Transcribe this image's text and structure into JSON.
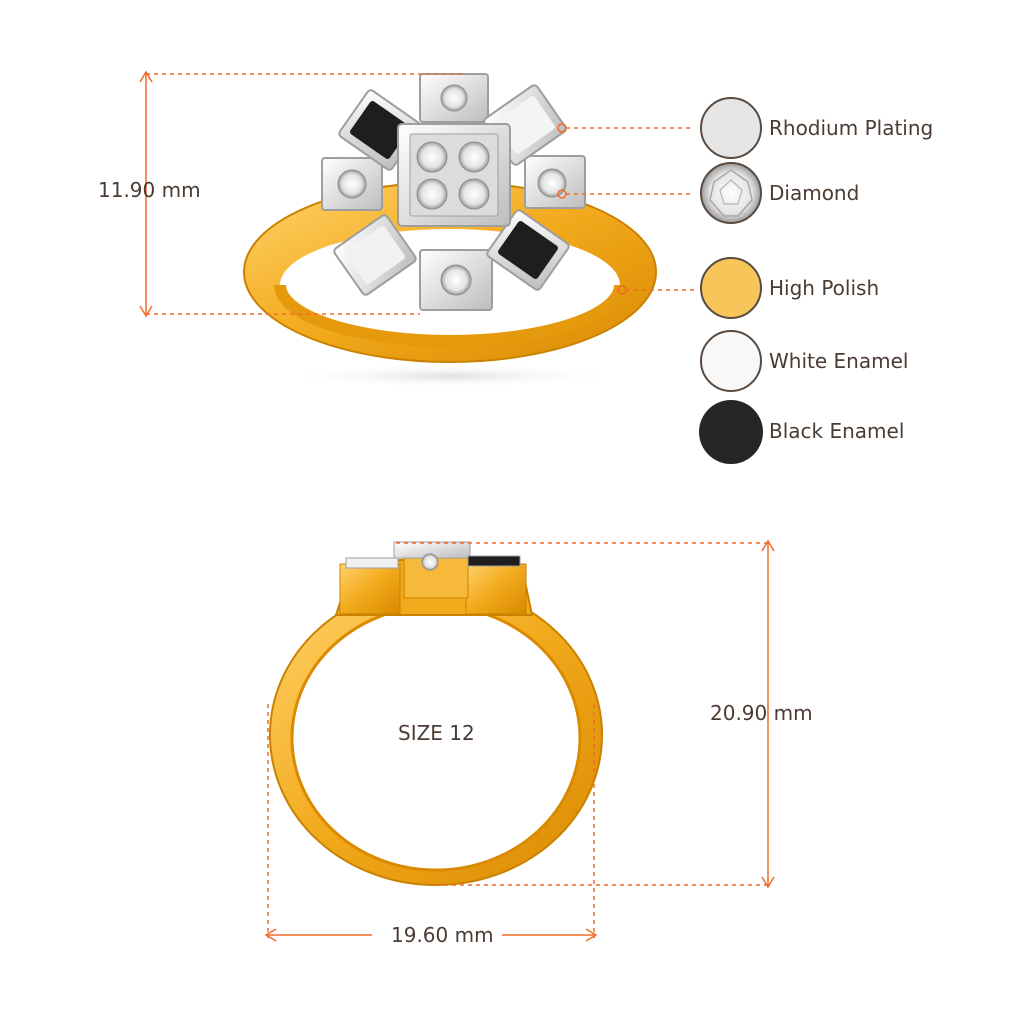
{
  "dimensions": {
    "top_height": "11.90 mm",
    "side_height": "20.90 mm",
    "width": "19.60 mm"
  },
  "size_label": "SIZE 12",
  "legend": [
    {
      "label": "Rhodium Plating",
      "icon": "rhodium-plating-swatch",
      "color": "#e4e4e4"
    },
    {
      "label": "Diamond",
      "icon": "diamond-swatch",
      "color": "#f4f4f4"
    },
    {
      "label": "High Polish",
      "icon": "high-polish-swatch",
      "color": "#f7c55a"
    },
    {
      "label": "White Enamel",
      "icon": "white-enamel-swatch",
      "color": "#f8f8f8"
    },
    {
      "label": "Black Enamel",
      "icon": "black-enamel-swatch",
      "color": "#262626"
    }
  ],
  "colors": {
    "dimension_line": "#f26a2b",
    "gold": "#f2a91c",
    "gold_dark": "#d98a00",
    "text": "#4a3b33"
  }
}
